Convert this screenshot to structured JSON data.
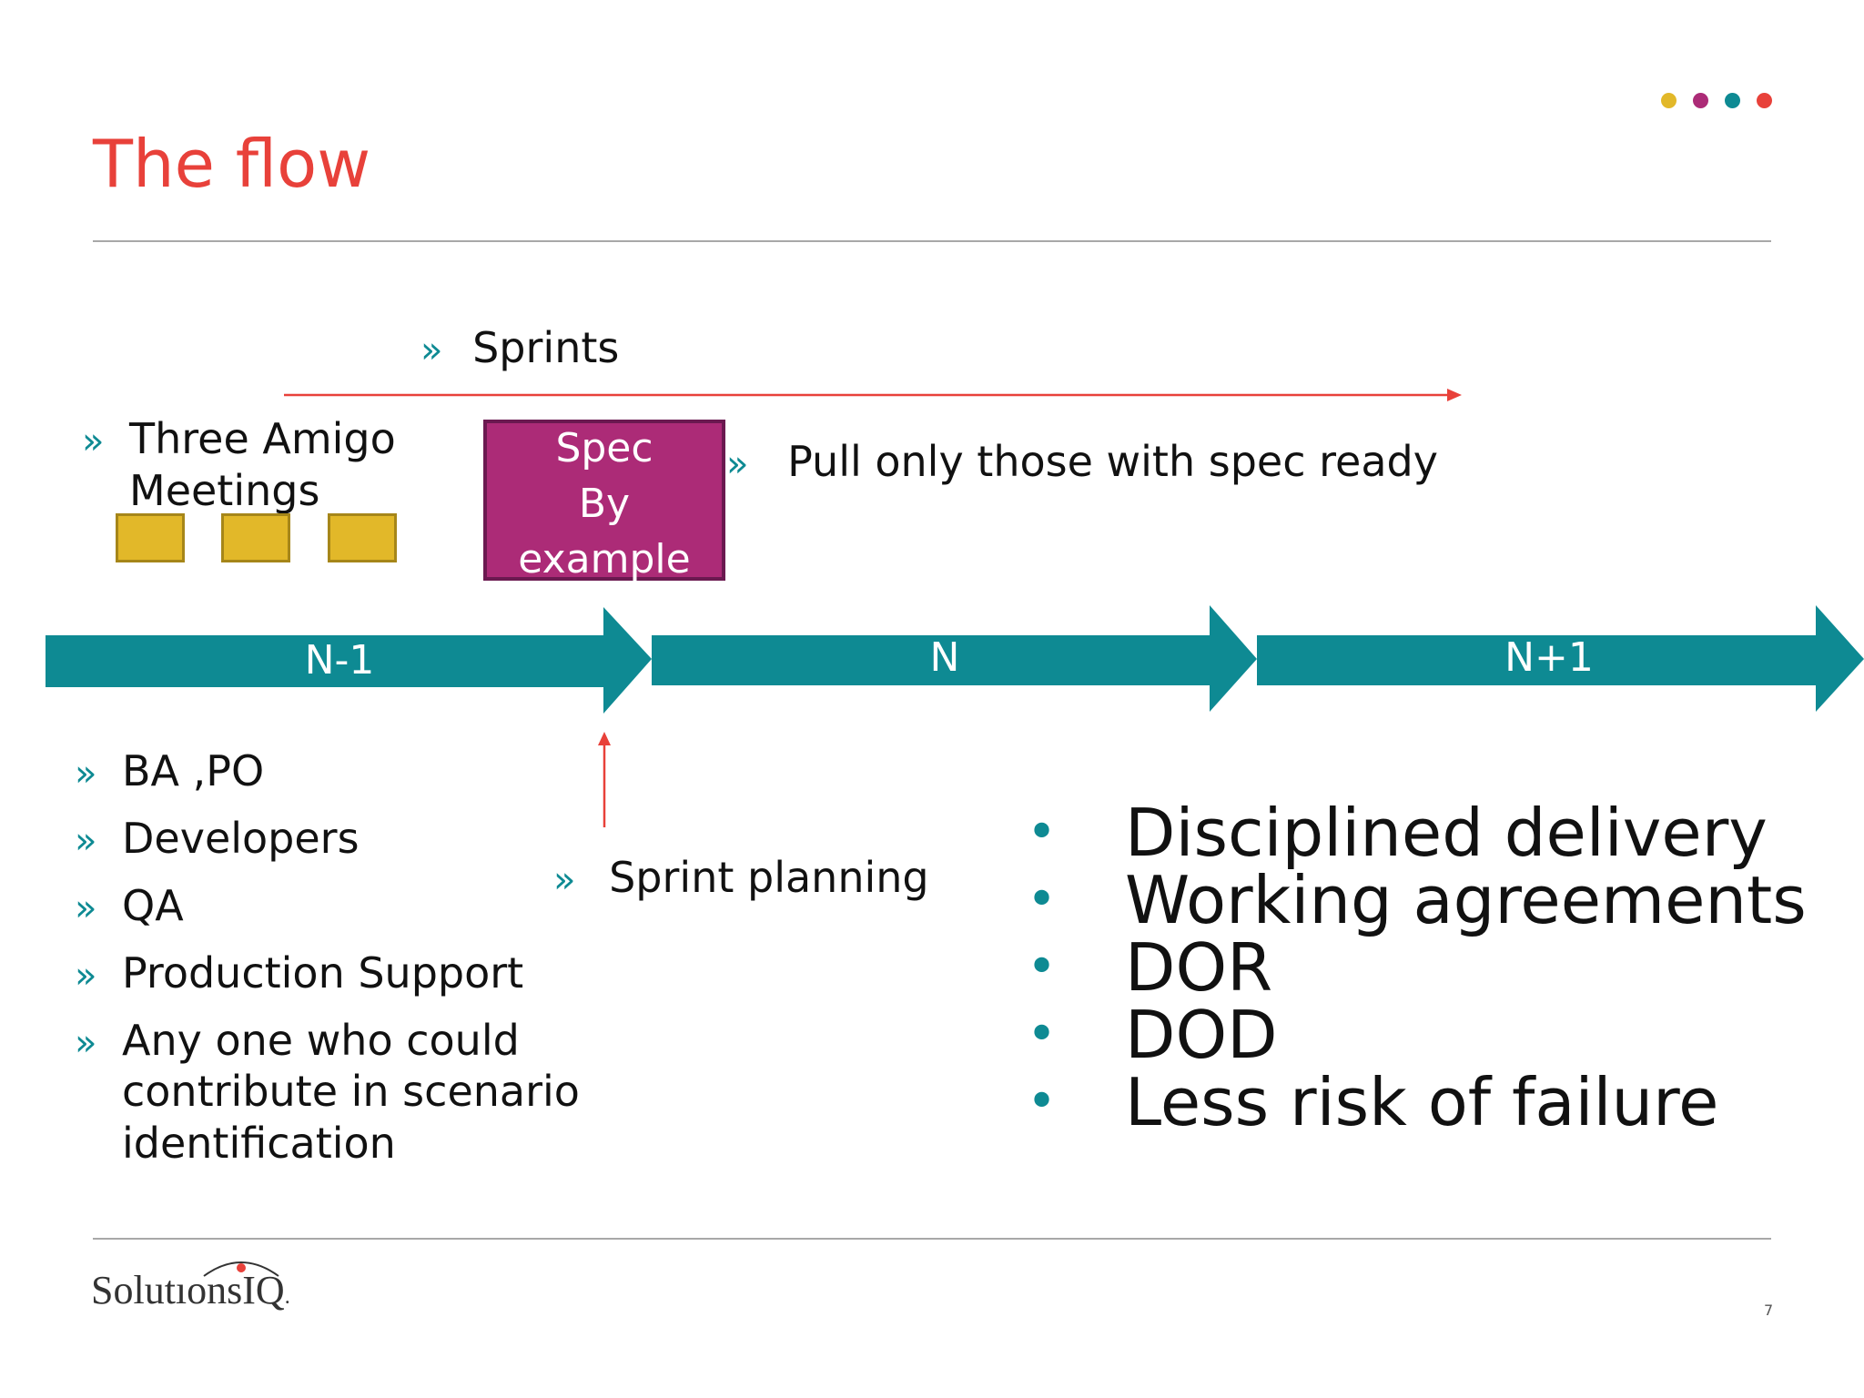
{
  "slide": {
    "title": "The flow",
    "page_number": "7"
  },
  "accent_dots": [
    {
      "name": "yellow",
      "color": "#e2b829"
    },
    {
      "name": "magenta",
      "color": "#ac2b77"
    },
    {
      "name": "teal",
      "color": "#0e8a93"
    },
    {
      "name": "red",
      "color": "#e8413a"
    }
  ],
  "colors": {
    "title": "#e8413a",
    "teal": "#0e8a93",
    "red_arrow": "#e8413a",
    "spec_box": "#ac2b77",
    "meeting_box": "#e2b829"
  },
  "sprints_label": "Sprints",
  "three_amigo": {
    "line1": "Three Amigo",
    "line2": "Meetings"
  },
  "spec_box": {
    "line1": "Spec",
    "line2": "By",
    "line3": "example"
  },
  "pull_text": "Pull only those with spec ready",
  "timeline": [
    "N-1",
    "N",
    "N+1"
  ],
  "participants": {
    "items": [
      "BA ,PO",
      "Developers",
      "QA",
      "Production Support"
    ],
    "last_line1": "Any one who could",
    "last_line2": "contribute in scenario",
    "last_line3": "identification"
  },
  "sprint_planning": "Sprint planning",
  "benefits": [
    "Disciplined delivery",
    "Working agreements",
    "DOR",
    "DOD",
    "Less risk of failure"
  ],
  "bullet_char": "•",
  "chevron_char": "»",
  "logo": {
    "text_main": "Solutıons",
    "text_iq": "IQ",
    "text_dot": "."
  }
}
